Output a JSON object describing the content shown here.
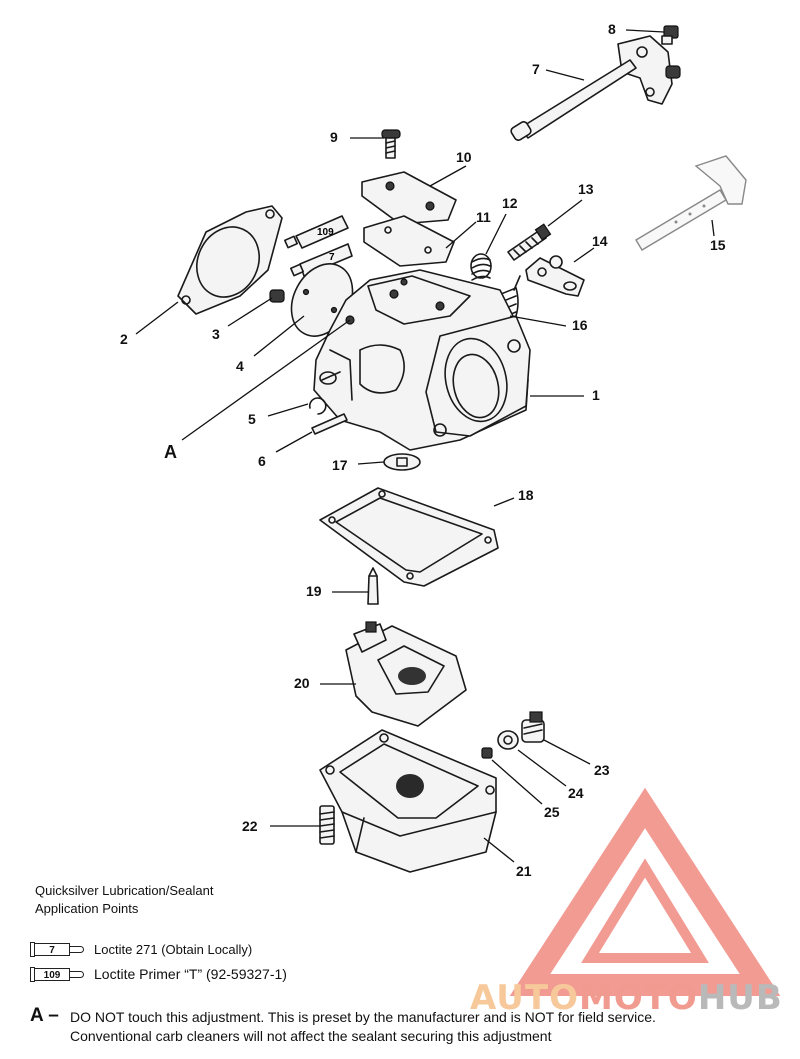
{
  "callouts": {
    "c1": "1",
    "c2": "2",
    "c3": "3",
    "c4": "4",
    "c5": "5",
    "c6": "6",
    "c7": "7",
    "c8": "8",
    "c9": "9",
    "c10": "10",
    "c11": "11",
    "c12": "12",
    "c13": "13",
    "c14": "14",
    "c15": "15",
    "c16": "16",
    "c17": "17",
    "c18": "18",
    "c19": "19",
    "c20": "20",
    "c21": "21",
    "c22": "22",
    "c23": "23",
    "c24": "24",
    "c25": "25",
    "cA": "A"
  },
  "tubes": {
    "t109": "109",
    "t7": "7"
  },
  "legend": {
    "title_line1": "Quicksilver Lubrication/Sealant",
    "title_line2": "Application Points",
    "items": [
      {
        "code": "7",
        "text": "Loctite 271 (Obtain Locally)"
      },
      {
        "code": "109",
        "text": "Loctite  Primer “T” (92-59327-1)"
      }
    ]
  },
  "note": {
    "tag": "A –",
    "line1": "DO NOT touch this adjustment. This is preset by the manufacturer and is NOT for field service.",
    "line2": "Conventional carb cleaners will not affect the sealant securing this adjustment"
  },
  "watermark": {
    "part1": "AUTO",
    "part2": "MOTO",
    "part3": "HUB"
  },
  "colors": {
    "watermark_red": "#e84a3c",
    "watermark_orange": "#f2a65a",
    "watermark_gray": "#9a9a9a"
  }
}
